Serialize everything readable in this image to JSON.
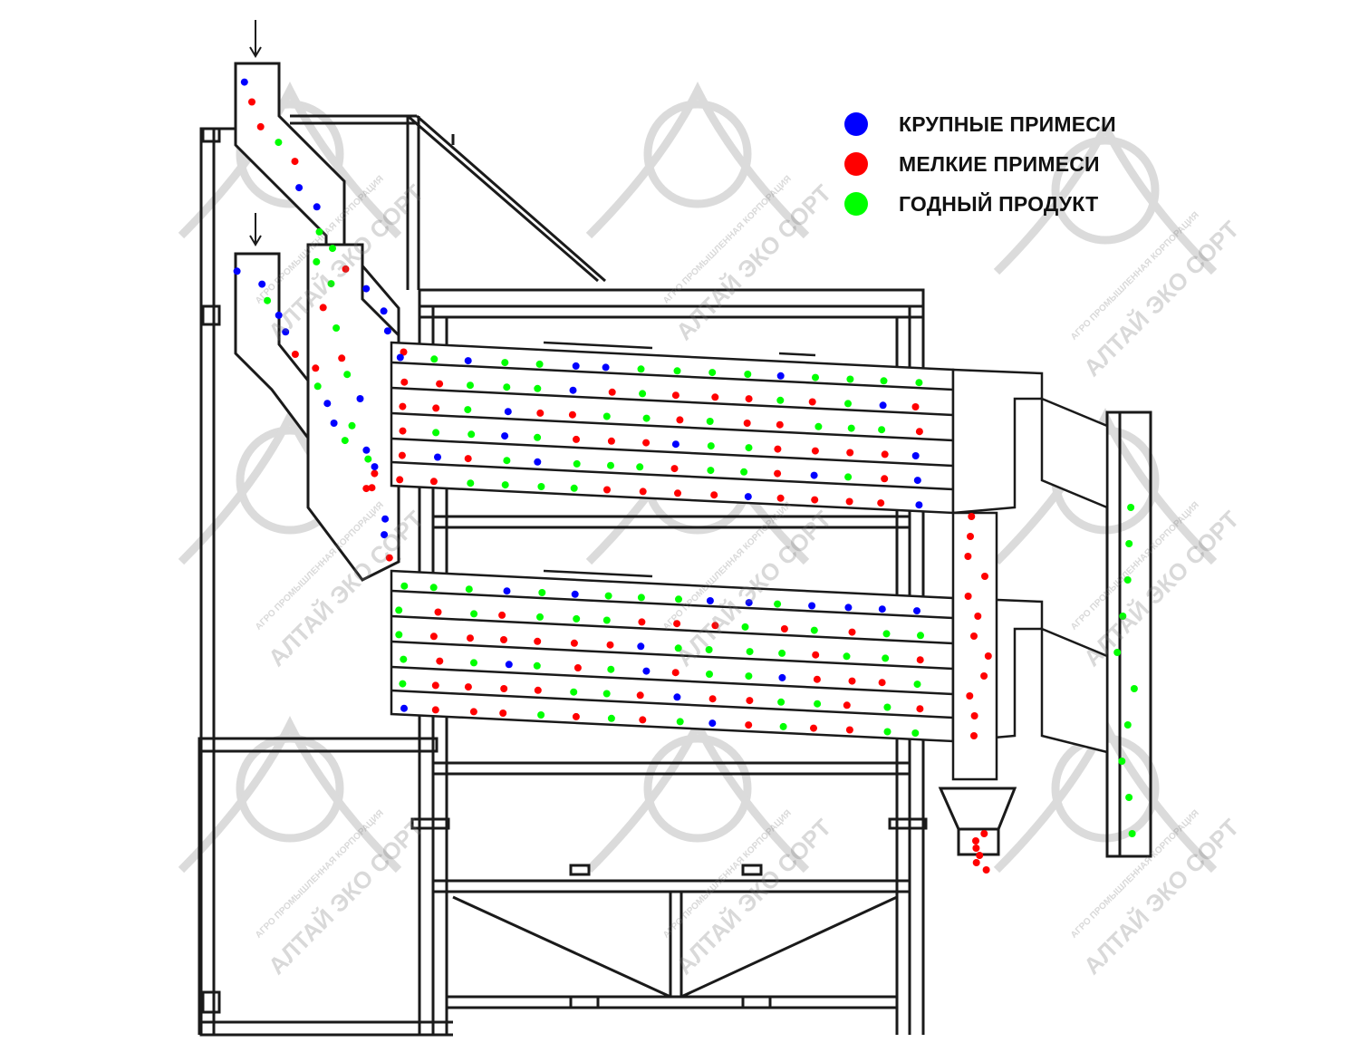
{
  "legend": {
    "items": [
      {
        "label": "КРУПНЫЕ ПРИМЕСИ",
        "color": "#0000ff"
      },
      {
        "label": "МЕЛКИЕ ПРИМЕСИ",
        "color": "#ff0000"
      },
      {
        "label": "ГОДНЫЙ ПРОДУКТ",
        "color": "#00ff00"
      }
    ]
  },
  "watermark": {
    "line1": "АЛТАЙ ЭКО СОРТ",
    "line2": "АГРО ПРОМЫШЛЕННАЯ КОРПОРАЦИЯ"
  },
  "colors": {
    "line": "#1a1a1a",
    "watermark": "#c8c8c8"
  }
}
